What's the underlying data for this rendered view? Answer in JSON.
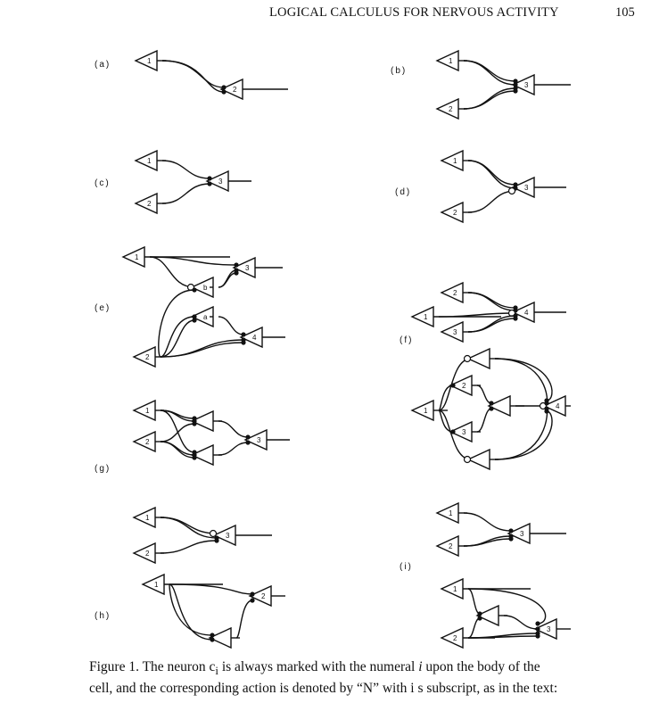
{
  "header": {
    "title": "LOGICAL CALCULUS FOR NERVOUS ACTIVITY",
    "page_number": "105"
  },
  "figure": {
    "panel_labels": [
      "(a)",
      "(b)",
      "(c)",
      "(d)",
      "(e)",
      "(f)",
      "(g)",
      "(h)",
      "(i)"
    ],
    "neuron_numerals": {
      "a": [
        "1",
        "2"
      ],
      "b": [
        "1",
        "2",
        "3"
      ],
      "c": [
        "1",
        "2",
        "3"
      ],
      "d": [
        "1",
        "2",
        "3"
      ],
      "e": [
        "1",
        "2",
        "3",
        "4",
        "b",
        "a"
      ],
      "f": [
        "1",
        "2",
        "3",
        "4"
      ],
      "g": [
        "1",
        "2",
        "3"
      ],
      "h": [
        "1",
        "2"
      ],
      "i": [
        "1",
        "2",
        "3"
      ]
    }
  },
  "caption": {
    "line1": "Figure 1. The neuron c",
    "sub": "i",
    "line1b": " is always marked with the numeral ",
    "italic_i": "i",
    "line1c": " upon the body of the",
    "line2": "cell, and the corresponding action is denoted by “N” with i s subscript, as in the text:"
  }
}
